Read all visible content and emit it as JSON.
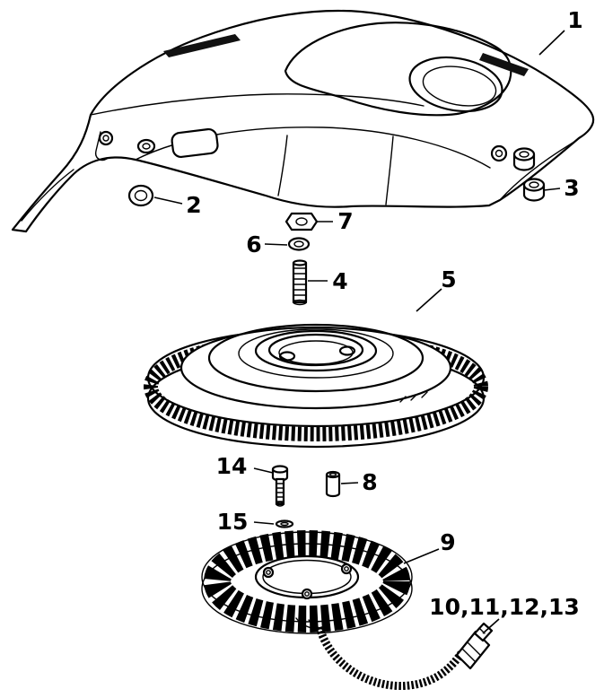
{
  "figure": {
    "background_color": "#ffffff",
    "line_color": "#000000"
  },
  "callouts": {
    "part1": "1",
    "part2": "2",
    "part3": "3",
    "part4": "4",
    "part5": "5",
    "part6": "6",
    "part7": "7",
    "part8": "8",
    "part9": "9",
    "part10_13": "10,11,12,13",
    "part14": "14",
    "part15": "15"
  }
}
